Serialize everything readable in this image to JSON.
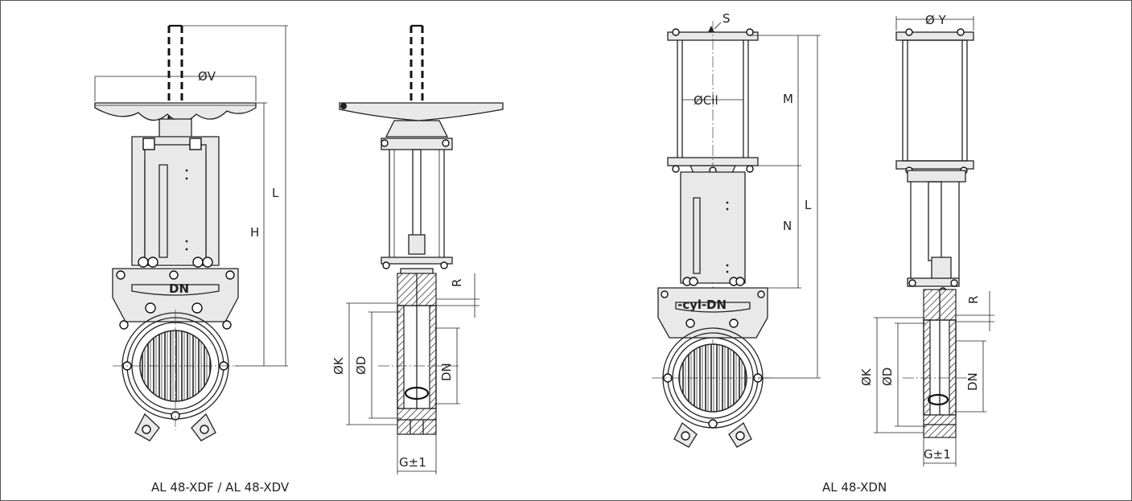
{
  "drawings": [
    {
      "caption": "AL 48-XDF / AL 48-XDV",
      "dims": {
        "v": "ØV",
        "l": "L",
        "h": "H",
        "k": "ØK",
        "d": "ØD",
        "dn": "DN",
        "r": "R",
        "g": "G±1",
        "plate": "DN"
      }
    },
    {
      "caption": "AL 48-XDN",
      "dims": {
        "s": "S",
        "y": "Ø Y",
        "cil": "ØCil",
        "m": "M",
        "n": "N",
        "l": "L",
        "k": "ØK",
        "d": "ØD",
        "dn": "DN",
        "r": "R",
        "g": "G±1",
        "plate": "DN",
        "plate_left": "-cyl-"
      }
    }
  ]
}
